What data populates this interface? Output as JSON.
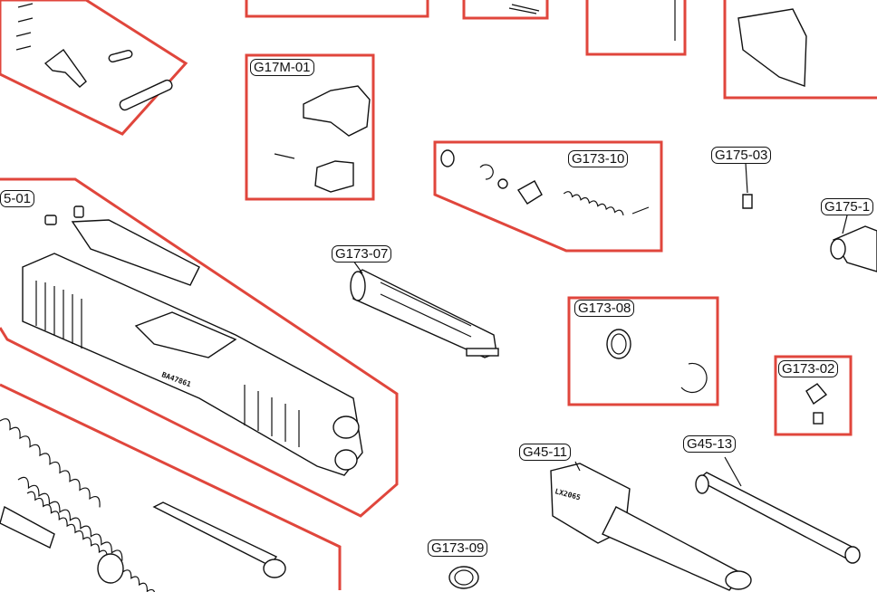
{
  "labels": {
    "slide_partial": "5-01",
    "g17m_01": "G17M-01",
    "g173_10": "G173-10",
    "g175_03": "G175-03",
    "g175_1_partial": "G175-1",
    "g173_07": "G173-07",
    "g173_08": "G173-08",
    "g173_02": "G173-02",
    "g45_11": "G45-11",
    "g45_13": "G45-13",
    "g173_09": "G173-09"
  },
  "stamps": {
    "slide_serial": "BA47861",
    "barrel_serial": "LX2065"
  },
  "colors": {
    "group_outline": "#e0463c"
  }
}
